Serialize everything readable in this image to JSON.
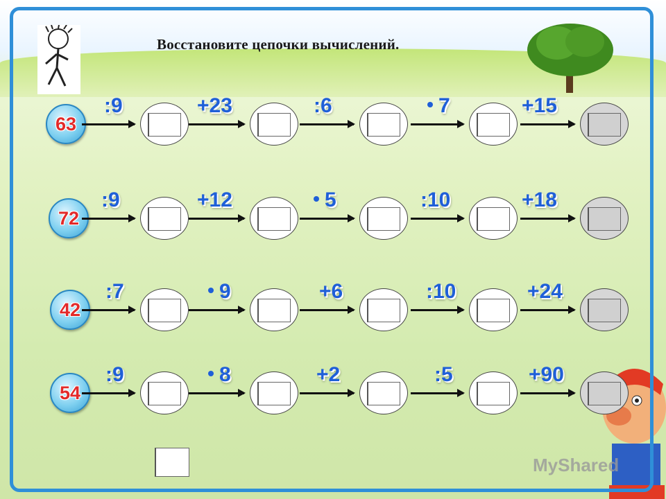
{
  "title": "Восстановите цепочки вычислений.",
  "watermark": "MyShared",
  "chains": [
    {
      "start": "63",
      "ops": [
        ":9",
        "+23",
        ":6",
        "7",
        "+15"
      ],
      "dot": [
        false,
        false,
        false,
        true,
        false
      ]
    },
    {
      "start": "72",
      "ops": [
        ":9",
        "+12",
        "5",
        ":10",
        "+18"
      ],
      "dot": [
        false,
        false,
        true,
        false,
        false
      ]
    },
    {
      "start": "42",
      "ops": [
        ":7",
        "9",
        "+6",
        ":10",
        "+24"
      ],
      "dot": [
        false,
        true,
        false,
        false,
        false
      ]
    },
    {
      "start": "54",
      "ops": [
        ":9",
        "8",
        "+2",
        ":5",
        "+90"
      ],
      "dot": [
        false,
        true,
        false,
        false,
        false
      ]
    }
  ]
}
